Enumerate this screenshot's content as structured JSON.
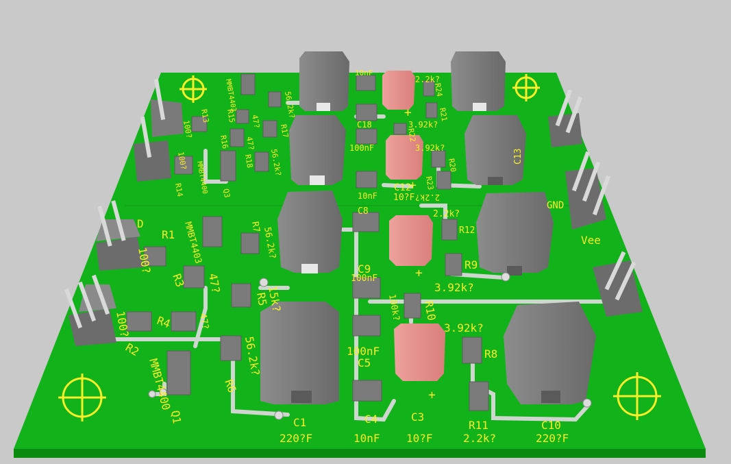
{
  "scene": {
    "background_color": "#c9c9c9",
    "board_color": "#12b21a",
    "board_edge_color": "#0b8a10",
    "silk_color": "#f6ef2a",
    "trace_color": "#cfd6cf",
    "component_gray": "#7b7b7b",
    "tantalum_color": "#e8928e"
  },
  "big_caps": [
    {
      "ref": "C1",
      "value": "220?F"
    },
    {
      "ref": "C10",
      "value": "220?F"
    }
  ],
  "tantalum_caps": [
    {
      "ref": "C3",
      "value": "10?F"
    },
    {
      "ref": "C12",
      "value": "10?F"
    }
  ],
  "labels": {
    "c1_ref": "C1",
    "c1_val": "220?F",
    "c4_ref": "C4",
    "c4_val": "10nF",
    "c3_ref": "C3",
    "c3_val": "10?F",
    "r11_ref": "R11",
    "r11_val": "2.2k?",
    "c10_ref": "C10",
    "c10_val": "220?F",
    "c5_ref": "C5",
    "c5_val": "100nF",
    "c9_ref": "C9",
    "c9_val": "100nF",
    "c8_ref": "C8",
    "r10_ref": "R10",
    "r10_val": "100k?",
    "r9_ref": "R9",
    "r9_val": "3.92k?",
    "r8_ref": "R8",
    "r8_val": "3.92k?",
    "r12_ref": "R12",
    "r12_val": "2.2k?",
    "r6_ref": "R6",
    "r6_val": "56.2k?",
    "r5_ref": "R5",
    "r5_val": "15k?",
    "r7_ref": "R7",
    "r7_val": "56.2k?",
    "r4_ref": "R4",
    "r4_val": "47?",
    "r3_ref": "R3",
    "r3_val": "47?",
    "r2_ref": "R2",
    "r2_val": "100?",
    "r1_ref": "R1",
    "r1_val": "100?",
    "q1_ref": "Q1",
    "q1_part": "MMBT4400",
    "q2_part": "MMBT4403",
    "gnd_label": "GND",
    "vee_label": "Vee",
    "c12_ref": "C12",
    "c12_val": "10?F",
    "c13_ref": "C13",
    "c18_ref": "C18",
    "c19_val": "10nF",
    "c20_val": "100nF",
    "top_10nf": "10nF",
    "r20_ref": "R20",
    "r21_ref": "R21",
    "r22_ref": "R22",
    "r23_ref": "R23",
    "r24_ref": "R24",
    "r23_val": "2.2k?",
    "r21_val": "3.92k?",
    "r20_val": "3.92k?",
    "r24_val": "2.2k?",
    "r13_ref": "R13",
    "r14_ref": "R14",
    "r15_ref": "R15",
    "r16_ref": "R16",
    "r17_ref": "R17",
    "r18_ref": "R18",
    "r13_val": "100?",
    "r14_val": "100?",
    "r15_val": "47?",
    "r16_val": "47?",
    "r18_val": "56.2k?",
    "r19_val": "56.2k?",
    "q3_ref": "Q3",
    "q3_part": "MMBT4400",
    "q4_part": "MMBT4403",
    "d_label": "D"
  }
}
